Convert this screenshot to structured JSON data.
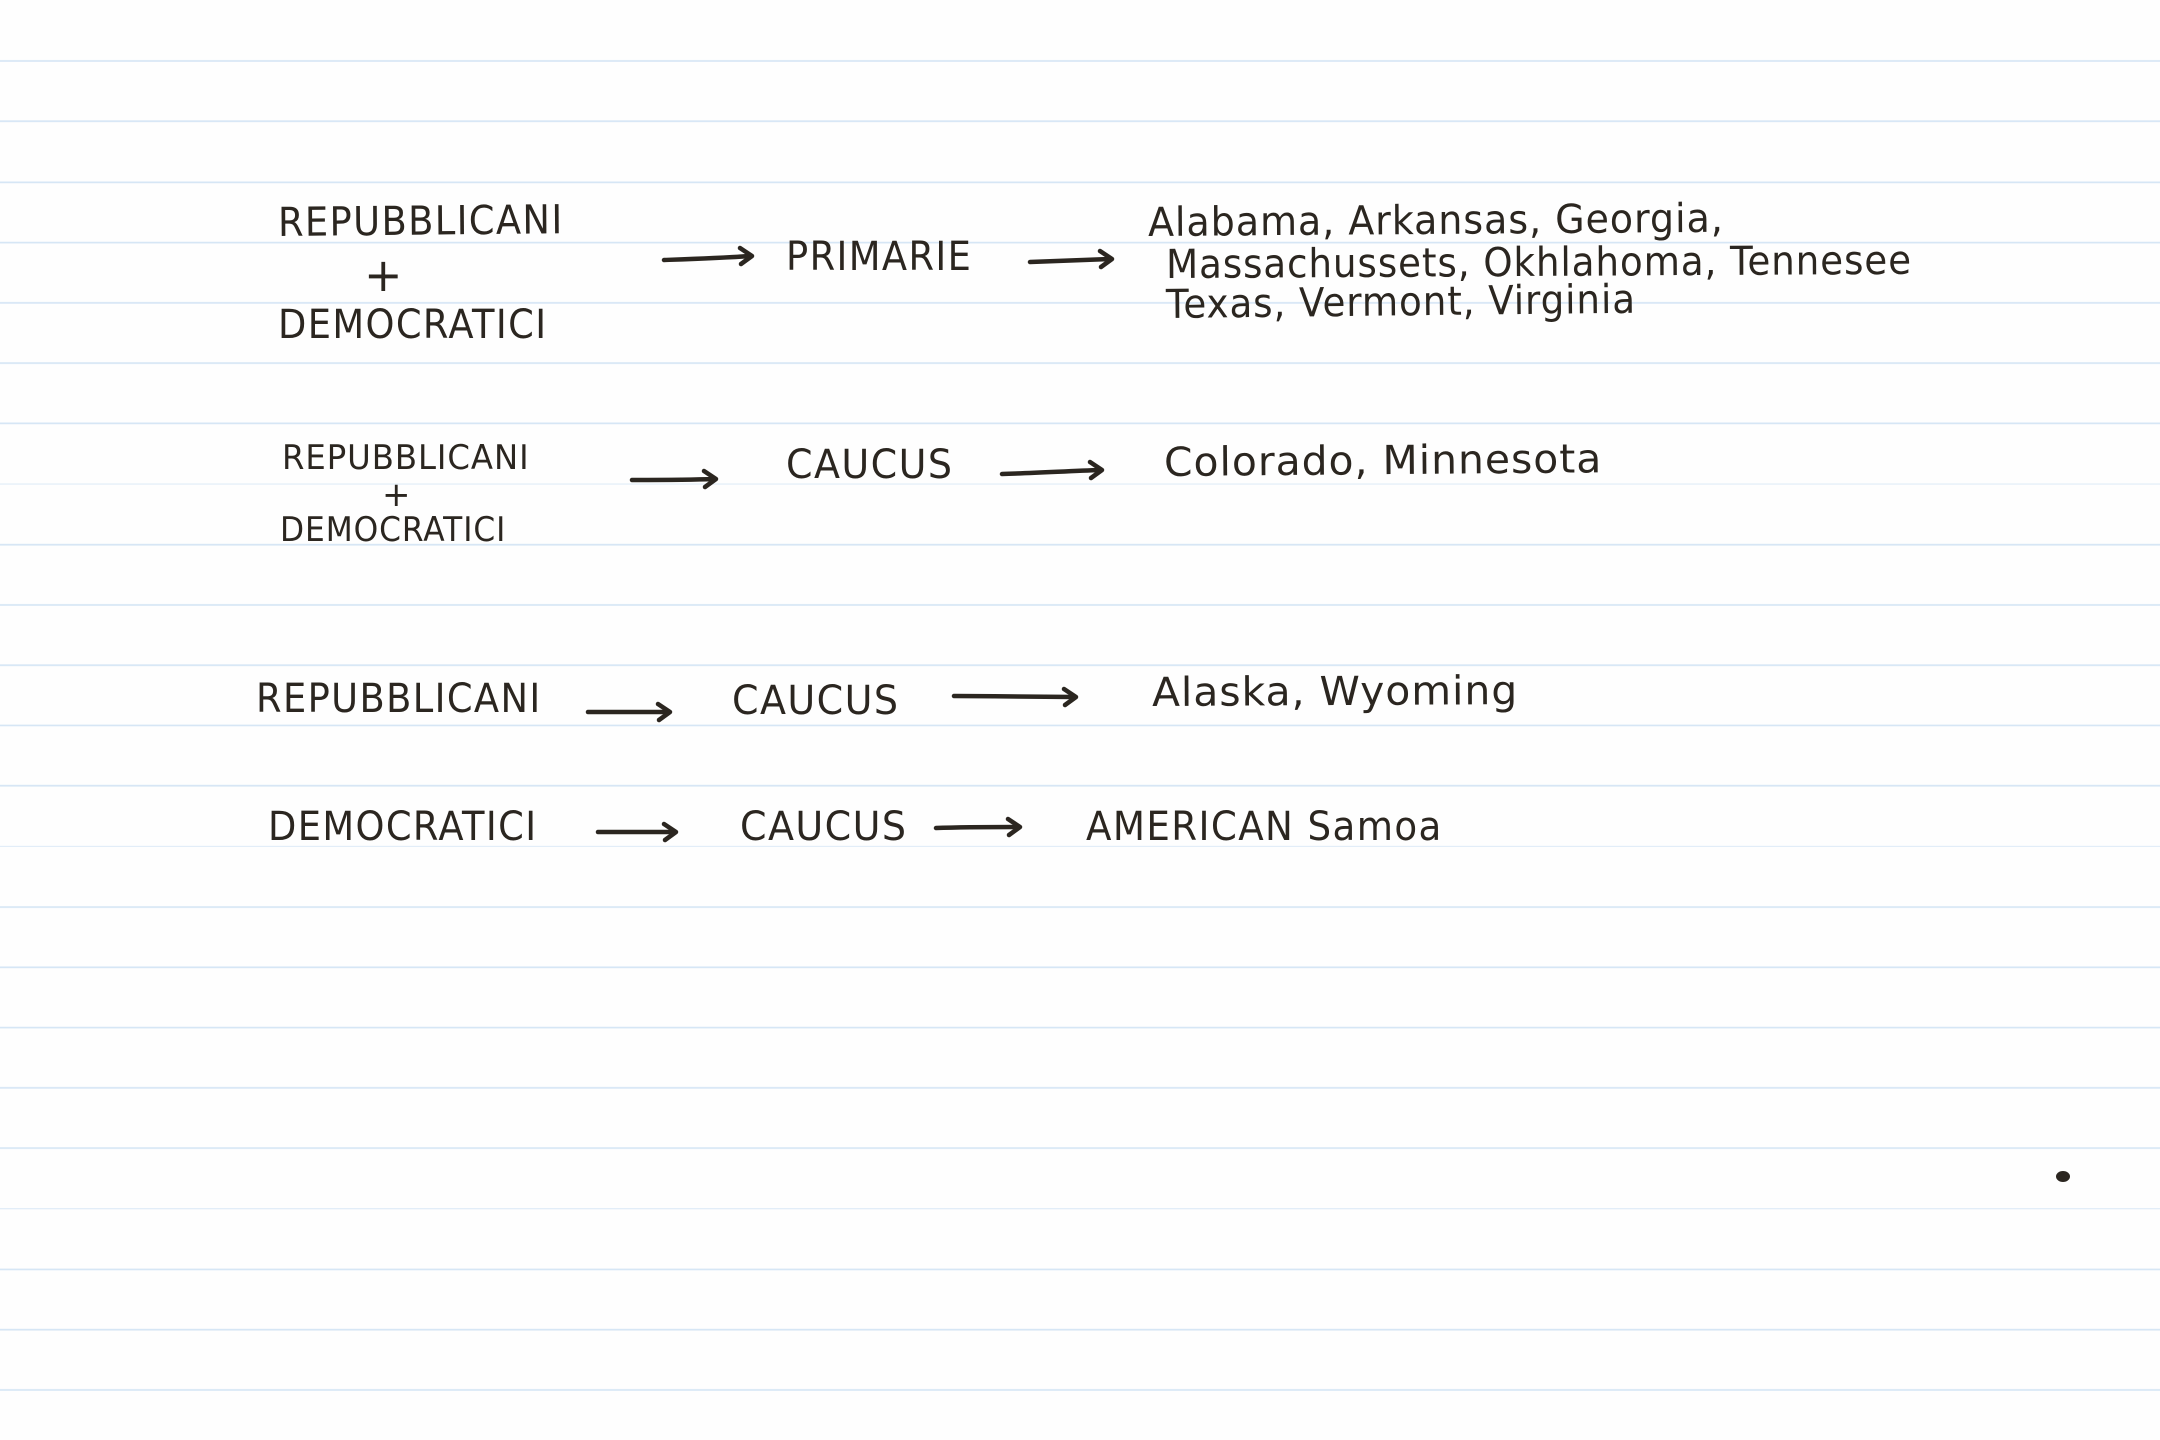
{
  "rows": [
    {
      "party_lines": [
        "REPUBBLICANI",
        "+",
        "DEMOCRATICI"
      ],
      "method": "PRIMARIE",
      "state_lines": [
        "Alabama, Arkansas, Georgia,",
        "Massachussets, Okhlahoma, Tennesee",
        "Texas, Vermont, Virginia"
      ]
    },
    {
      "party_lines": [
        "REPUBBLICANI",
        "+",
        "DEMOCRATICI"
      ],
      "method": "CAUCUS",
      "state_lines": [
        "Colorado, Minnesota"
      ]
    },
    {
      "party_lines": [
        "REPUBBLICANI"
      ],
      "method": "CAUCUS",
      "state_lines": [
        "Alaska, Wyoming"
      ]
    },
    {
      "party_lines": [
        "DEMOCRATICI"
      ],
      "method": "CAUCUS",
      "state_lines": [
        "AMERICAN Samoa"
      ]
    }
  ]
}
